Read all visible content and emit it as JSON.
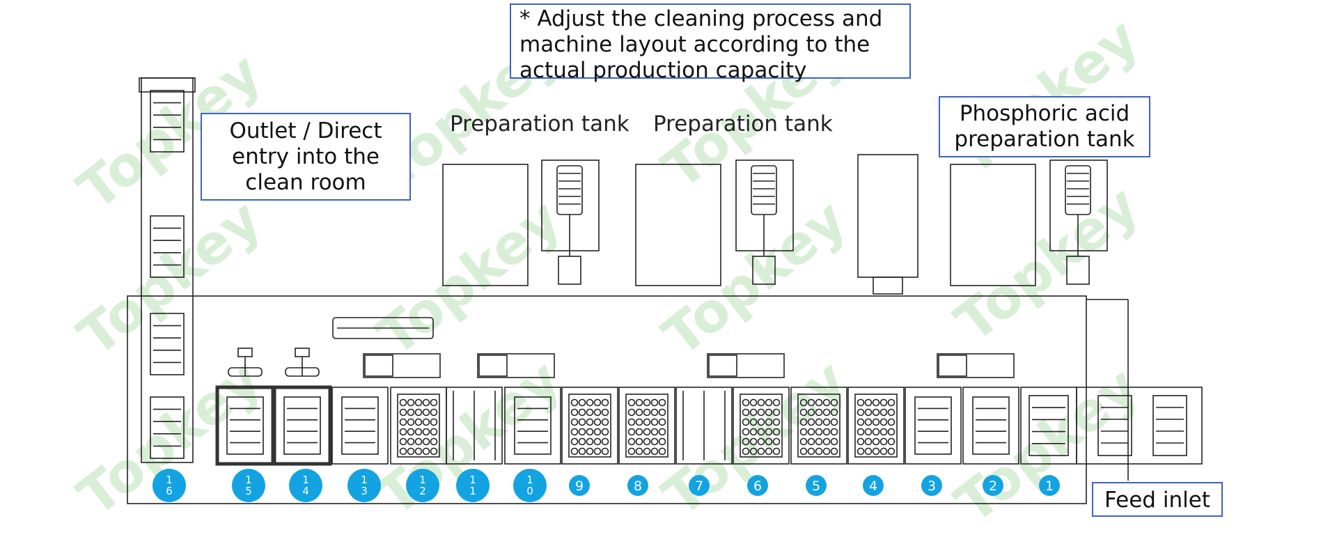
{
  "labels": {
    "note": "* Adjust the cleaning process and machine layout according to the actual production capacity",
    "outlet": "Outlet / Direct entry into the clean room",
    "prep_tank_1": "Preparation tank",
    "prep_tank_2": "Preparation tank",
    "phosphoric_tank": "Phosphoric acid preparation tank",
    "feed_inlet": "Feed inlet"
  },
  "watermark": "Topkey",
  "stations": [
    "1 6",
    "1 5",
    "1 4",
    "1 3",
    "1 2",
    "1 1",
    "1 0",
    "9",
    "8",
    "7",
    "6",
    "5",
    "4",
    "3",
    "2",
    "1"
  ],
  "colors": {
    "badge": "#13a3e2",
    "line": "#222222",
    "callout_border": "#3b62c4",
    "watermark": "#d9eed6"
  }
}
